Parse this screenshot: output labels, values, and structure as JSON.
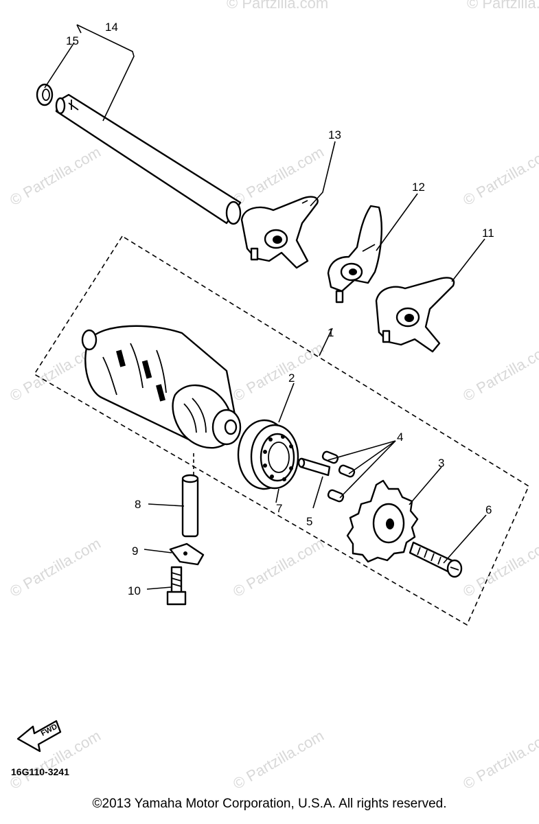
{
  "watermark": {
    "text": "© Partzilla.com"
  },
  "callouts": [
    "1",
    "2",
    "3",
    "4",
    "5",
    "6",
    "7",
    "8",
    "9",
    "10",
    "11",
    "12",
    "13",
    "14",
    "15"
  ],
  "fwd_label": "FWD",
  "part_code": "16G110-3241",
  "copyright": "©2013 Yamaha Motor Corporation, U.S.A. All rights reserved."
}
